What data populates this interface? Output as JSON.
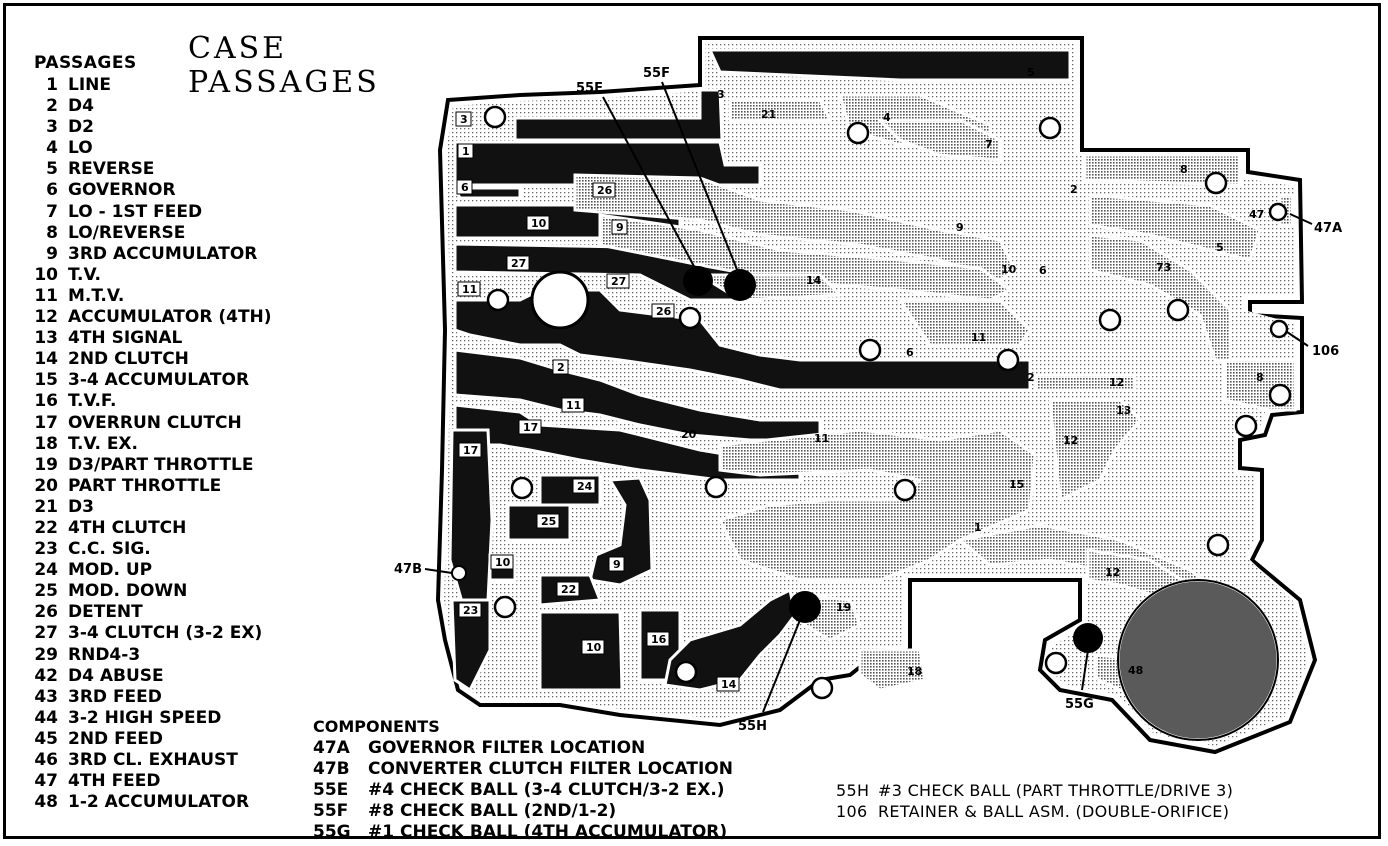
{
  "header": {
    "passages_heading": "PASSAGES",
    "title_line1": "CASE",
    "title_line2": "PASSAGES"
  },
  "passages": [
    {
      "num": "1",
      "name": "LINE"
    },
    {
      "num": "2",
      "name": "D4"
    },
    {
      "num": "3",
      "name": "D2"
    },
    {
      "num": "4",
      "name": "LO"
    },
    {
      "num": "5",
      "name": "REVERSE"
    },
    {
      "num": "6",
      "name": "GOVERNOR"
    },
    {
      "num": "7",
      "name": "LO - 1ST FEED"
    },
    {
      "num": "8",
      "name": "LO/REVERSE"
    },
    {
      "num": "9",
      "name": "3RD ACCUMULATOR"
    },
    {
      "num": "10",
      "name": "T.V."
    },
    {
      "num": "11",
      "name": "M.T.V."
    },
    {
      "num": "12",
      "name": "ACCUMULATOR (4TH)"
    },
    {
      "num": "13",
      "name": "4TH SIGNAL"
    },
    {
      "num": "14",
      "name": "2ND CLUTCH"
    },
    {
      "num": "15",
      "name": "3-4 ACCUMULATOR"
    },
    {
      "num": "16",
      "name": "T.V.F."
    },
    {
      "num": "17",
      "name": "OVERRUN CLUTCH"
    },
    {
      "num": "18",
      "name": "T.V. EX."
    },
    {
      "num": "19",
      "name": "D3/PART THROTTLE"
    },
    {
      "num": "20",
      "name": "PART THROTTLE"
    },
    {
      "num": "21",
      "name": "D3"
    },
    {
      "num": "22",
      "name": "4TH CLUTCH"
    },
    {
      "num": "23",
      "name": "C.C. SIG."
    },
    {
      "num": "24",
      "name": "MOD. UP"
    },
    {
      "num": "25",
      "name": "MOD. DOWN"
    },
    {
      "num": "26",
      "name": "DETENT"
    },
    {
      "num": "27",
      "name": "3-4 CLUTCH (3-2 EX)"
    },
    {
      "num": "29",
      "name": "RND4-3"
    },
    {
      "num": "42",
      "name": "D4 ABUSE"
    },
    {
      "num": "43",
      "name": "3RD FEED"
    },
    {
      "num": "44",
      "name": "3-2 HIGH SPEED"
    },
    {
      "num": "45",
      "name": "2ND FEED"
    },
    {
      "num": "46",
      "name": "3RD CL. EXHAUST"
    },
    {
      "num": "47",
      "name": "4TH FEED"
    },
    {
      "num": "48",
      "name": "1-2 ACCUMULATOR"
    }
  ],
  "components": {
    "heading": "COMPONENTS",
    "items": [
      {
        "code": "47A",
        "desc": "GOVERNOR FILTER LOCATION"
      },
      {
        "code": "47B",
        "desc": "CONVERTER CLUTCH FILTER LOCATION"
      },
      {
        "code": "55E",
        "desc": "#4 CHECK BALL (3-4 CLUTCH/3-2 EX.)"
      },
      {
        "code": "55F",
        "desc": "#8 CHECK BALL (2ND/1-2)"
      },
      {
        "code": "55G",
        "desc": "#1 CHECK BALL (4TH ACCUMULATOR)"
      }
    ],
    "extra": [
      {
        "code": "55H",
        "desc": "#3 CHECK BALL (PART THROTTLE/DRIVE 3)"
      },
      {
        "code": "106",
        "desc": "RETAINER & BALL ASM. (DOUBLE-ORIFICE)"
      }
    ]
  },
  "callouts": {
    "c47a": "47A",
    "c47b": "47B",
    "c55e": "55E",
    "c55f": "55F",
    "c55g": "55G",
    "c55h": "55H",
    "c106": "106"
  },
  "passage_labels": [
    "5",
    "3",
    "21",
    "4",
    "3",
    "7",
    "1",
    "6",
    "2",
    "8",
    "26",
    "10",
    "9",
    "9",
    "47",
    "5",
    "73",
    "10",
    "6",
    "27",
    "14",
    "11",
    "27",
    "26",
    "11",
    "6",
    "12",
    "2",
    "2",
    "11",
    "13",
    "17",
    "20",
    "11",
    "12",
    "17",
    "15",
    "24",
    "25",
    "1",
    "9",
    "10",
    "22",
    "12",
    "19",
    "23",
    "10",
    "16",
    "14",
    "18",
    "48",
    "8"
  ],
  "colors": {
    "ink": "#000000",
    "plate": "#d7d7d7",
    "paper": "#ffffff"
  }
}
